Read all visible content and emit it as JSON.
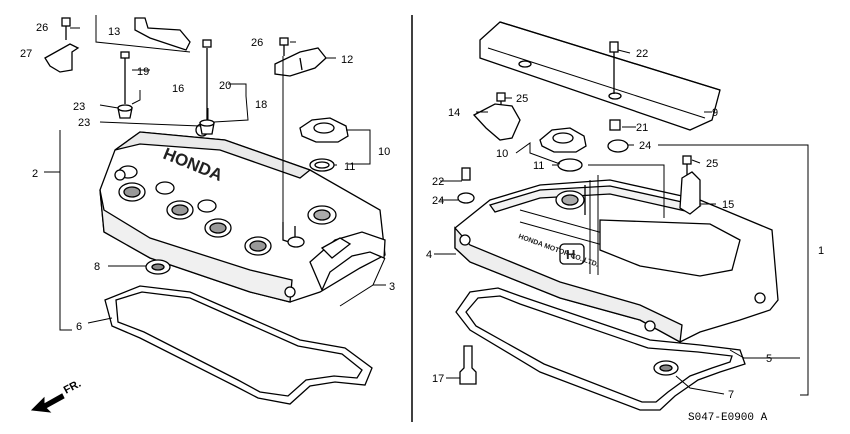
{
  "diagram": {
    "left_assembly": {
      "callouts": [
        "26",
        "27",
        "13",
        "19",
        "16",
        "20",
        "18",
        "26",
        "12",
        "23",
        "23",
        "2",
        "10",
        "11",
        "8",
        "3",
        "6"
      ],
      "embossed_label": "HONDA"
    },
    "right_assembly": {
      "callouts": [
        "22",
        "9",
        "25",
        "14",
        "21",
        "24",
        "10",
        "11",
        "25",
        "22",
        "24",
        "15",
        "4",
        "1",
        "5",
        "17",
        "7"
      ],
      "embossed_label": "HONDA MOTOR CO.,LTD.",
      "embossed_logo": "H"
    },
    "front_indicator": "FR.",
    "reference_code": "S047-E0900 A"
  }
}
